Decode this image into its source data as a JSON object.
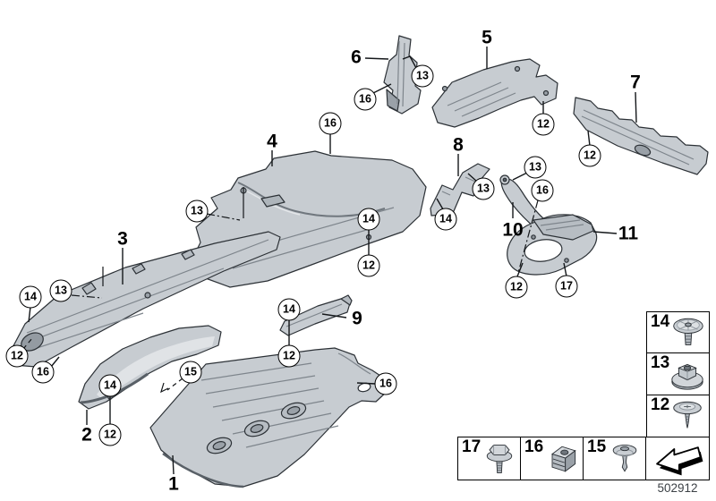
{
  "diagram": {
    "drawing_number": "502912"
  },
  "part_labels": {
    "1": "1",
    "2": "2",
    "3": "3",
    "4": "4",
    "5": "5",
    "6": "6",
    "7": "7",
    "8": "8",
    "9": "9",
    "10": "10",
    "11": "11"
  },
  "callout_numbers": {
    "12": "12",
    "13": "13",
    "14": "14",
    "15": "15",
    "16": "16",
    "17": "17"
  },
  "legend": {
    "column_items": [
      {
        "num": "14",
        "icon": "expanding-rivet-icon"
      },
      {
        "num": "13",
        "icon": "plastic-nut-icon"
      },
      {
        "num": "12",
        "icon": "flange-screw-icon"
      }
    ],
    "row_items": [
      {
        "num": "17",
        "icon": "hex-bolt-icon"
      },
      {
        "num": "16",
        "icon": "cage-nut-icon"
      },
      {
        "num": "15",
        "icon": "push-rivet-icon"
      }
    ],
    "direction_arrow_icon": "direction-arrow-icon"
  },
  "colors": {
    "background": "#ffffff",
    "line": "#1c2125",
    "part_fill": "#c7ccd1",
    "part_shadow": "#9aa1a8",
    "part_highlight": "#e0e3e6"
  }
}
